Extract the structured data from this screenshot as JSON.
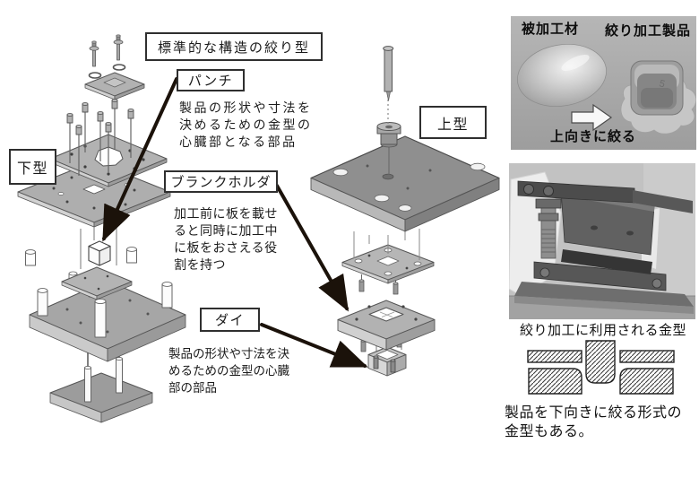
{
  "colors": {
    "background": "#ffffff",
    "text": "#1a1a1a",
    "box_border": "#2f2f2f",
    "arrow": "#1b120a",
    "photo_background": "#aaaaaa",
    "plate_light": "#b2b2b2",
    "plate_dark": "#8f8f8f"
  },
  "labels": {
    "title": "標準的な構造の絞り型",
    "lower_die": "下型",
    "upper_die": "上型"
  },
  "parts": {
    "punch": {
      "label": "パンチ",
      "description": "製品の形状や寸法を\n決めるための金型の\n心臓部となる部品"
    },
    "blank_holder": {
      "label": "ブランクホルダ",
      "description": "加工前に板を載せ\nると同時に加工中\nに板をおさえる役\n割を持つ"
    },
    "die": {
      "label": "ダイ",
      "description": "製品の形状や寸法を決\nめるための金型の心臓\n部の部品"
    }
  },
  "drawing_photo": {
    "workpiece_label": "被加工材",
    "product_label": "絞り加工製品",
    "caption": "上向きに絞る",
    "product_marking": "5"
  },
  "die_photo": {
    "caption": "絞り加工に利用される金型"
  },
  "schematic_note": "製品を下向きに絞る形式の\n金型もある。"
}
